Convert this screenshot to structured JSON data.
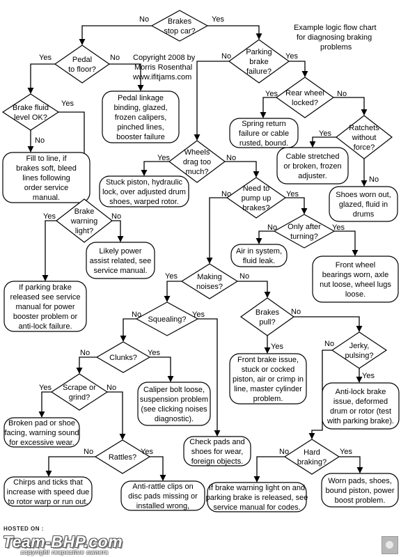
{
  "title_note": [
    "Example logic flow chart",
    "for diagnosing braking",
    "problems"
  ],
  "copyright": [
    "Copyright 2008 by",
    "Morris Rosenthal",
    "www.ifitjams.com"
  ],
  "edge_labels": {
    "yes": "Yes",
    "no": "No"
  },
  "nodes": {
    "brakes_stop": [
      "Brakes",
      "stop car?"
    ],
    "pedal_floor": [
      "Pedal",
      "to floor?"
    ],
    "parking_failure": [
      "Parking",
      "brake",
      "failure?"
    ],
    "pedal_linkage": [
      "Pedal linkage",
      "binding, glazed,",
      "frozen calipers,",
      "pinched lines,",
      "booster failure"
    ],
    "fluid_ok": [
      "Brake fluid",
      "level OK?"
    ],
    "rear_locked": [
      "Rear wheel",
      "locked?"
    ],
    "spring_return": [
      "Spring return",
      "failure or cable",
      "rusted, bound."
    ],
    "ratchets": [
      "Ratchets",
      "without",
      "force?"
    ],
    "fill_line": [
      "Fill to line, if",
      "brakes soft, bleed",
      "lines following",
      "order service",
      "manual."
    ],
    "wheels_drag": [
      "Wheels",
      "drag too",
      "much?"
    ],
    "cable_stretched": [
      "Cable stretched",
      "or broken, frozen",
      "adjuster."
    ],
    "stuck_piston": [
      "Stuck piston, hydraulic",
      "lock, over adjusted drum",
      "shoes, warped rotor."
    ],
    "pump_up": [
      "Need to",
      "pump up",
      "brakes?"
    ],
    "shoes_worn": [
      "Shoes worn out,",
      "glazed, fluid in",
      "drums"
    ],
    "warning_light": [
      "Brake",
      "warning",
      "light?"
    ],
    "only_after": [
      "Only after",
      "turning?"
    ],
    "power_assist": [
      "Likely power",
      "assist related, see",
      "service manual."
    ],
    "air_system": [
      "Air in system,",
      "fluid leak."
    ],
    "front_bearings": [
      "Front wheel",
      "bearings worn, axle",
      "nut loose, wheel lugs",
      "loose."
    ],
    "making_noises": [
      "Making",
      "noises?"
    ],
    "parking_released": [
      "If parking brake",
      "released see service",
      "manual for power",
      "booster problem or",
      "anti-lock failure."
    ],
    "squealing": [
      "Squealing?"
    ],
    "brakes_pull": [
      "Brakes",
      "pull?"
    ],
    "jerky": [
      "Jerky,",
      "pulsing?"
    ],
    "clunks": [
      "Clunks?"
    ],
    "front_issue": [
      "Front brake issue,",
      "stuck or cocked",
      "piston, air or crimp in",
      "line, master cylinder",
      "problem."
    ],
    "antilock": [
      "Anti-lock brake",
      "issue, deformed",
      "drum or rotor (test",
      "with parking brake)."
    ],
    "scrape": [
      "Scrape or",
      "grind?"
    ],
    "caliper": [
      "Caliper bolt loose,",
      "suspension problem",
      "(see clicking noises",
      "diagnostic)."
    ],
    "broken_pad": [
      "Broken pad or shoe",
      "facing, warning sound",
      "for excessive wear."
    ],
    "check_pads": [
      "Check pads and",
      "shoes for wear,",
      "foreign objects."
    ],
    "hard_braking": [
      "Hard",
      "braking?"
    ],
    "rattles": [
      "Rattles?"
    ],
    "chirps": [
      "Chirps and ticks that",
      "increase with speed due",
      "to rotor warp or run out."
    ],
    "antirattle": [
      "Anti-rattle clips on",
      "disc pads missing or",
      "installed wrong,"
    ],
    "warning_on": [
      "If brake warning light on and",
      "parking brake is released, see",
      "service manual for codes."
    ],
    "worn_pads": [
      "Worn pads, shoes,",
      "bound piston, power",
      "boost problem."
    ]
  },
  "footer": {
    "hosted": "HOSTED ON :",
    "brand": "Team-BHP.com",
    "copy": "copyright respective owners"
  }
}
